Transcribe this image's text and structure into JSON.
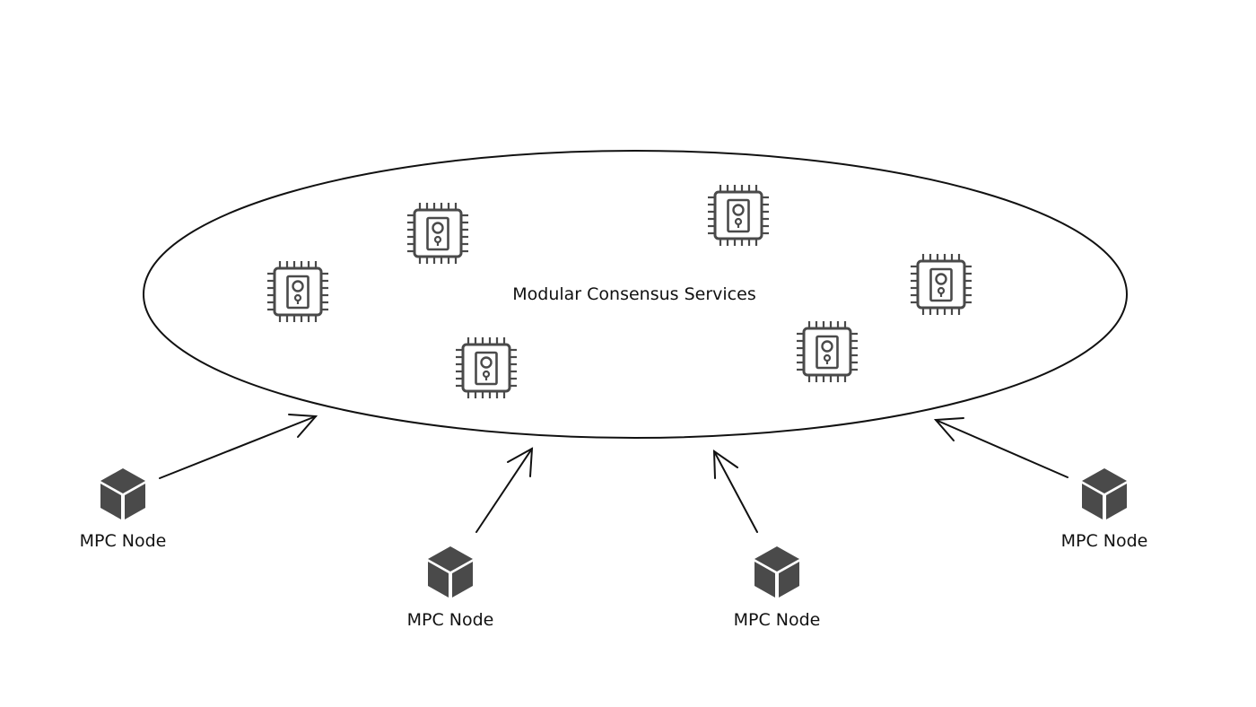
{
  "diagram": {
    "cluster": {
      "label": "Modular Consensus Services",
      "chip_icon": "tee-chip-icon",
      "chip_count": 6
    },
    "nodes": [
      {
        "label": "MPC Node",
        "icon": "cube-icon"
      },
      {
        "label": "MPC Node",
        "icon": "cube-icon"
      },
      {
        "label": "MPC Node",
        "icon": "cube-icon"
      },
      {
        "label": "MPC Node",
        "icon": "cube-icon"
      }
    ],
    "colors": {
      "stroke": "#111111",
      "icon": "#4a4a4a",
      "background": "#ffffff"
    }
  }
}
